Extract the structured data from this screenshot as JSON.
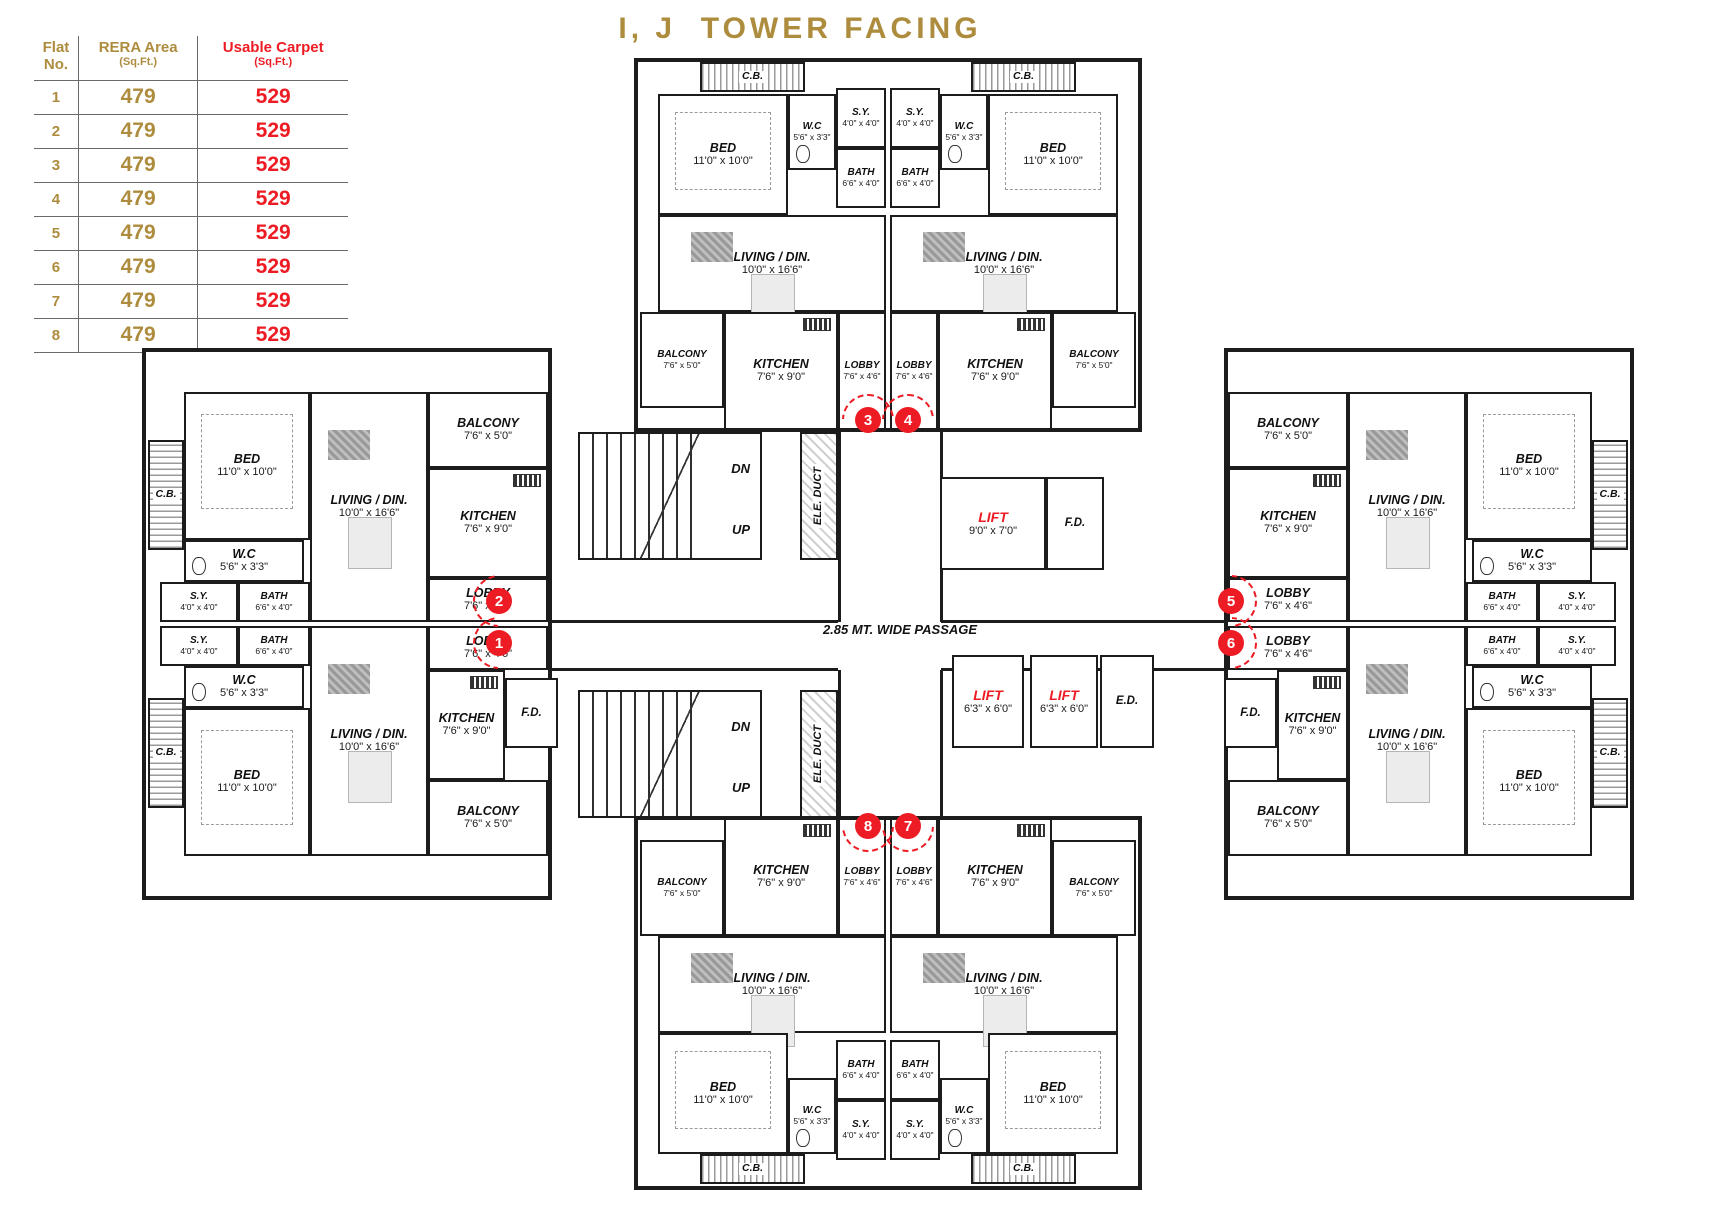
{
  "title": "I, J  TOWER FACING",
  "colors": {
    "gold": "#AE8C3E",
    "red": "#ED1C24",
    "wall": "#1c1c1c"
  },
  "table": {
    "headers": {
      "flat": {
        "line1": "Flat",
        "line2": "No."
      },
      "rera": {
        "line1": "RERA Area",
        "line2": "(Sq.Ft.)"
      },
      "carpet": {
        "line1": "Usable Carpet",
        "line2": "(Sq.Ft.)"
      }
    },
    "rows": [
      {
        "flat": "1",
        "rera": "479",
        "carpet": "529"
      },
      {
        "flat": "2",
        "rera": "479",
        "carpet": "529"
      },
      {
        "flat": "3",
        "rera": "479",
        "carpet": "529"
      },
      {
        "flat": "4",
        "rera": "479",
        "carpet": "529"
      },
      {
        "flat": "5",
        "rera": "479",
        "carpet": "529"
      },
      {
        "flat": "6",
        "rera": "479",
        "carpet": "529"
      },
      {
        "flat": "7",
        "rera": "479",
        "carpet": "529"
      },
      {
        "flat": "8",
        "rera": "479",
        "carpet": "529"
      }
    ]
  },
  "rooms": {
    "bed": {
      "name": "BED",
      "dim": "11'0\" x 10'0\""
    },
    "living": {
      "name": "LIVING / DIN.",
      "dim": "10'0\" x 16'6\""
    },
    "kitchen": {
      "name": "KITCHEN",
      "dim": "7'6\" x 9'0\""
    },
    "balcony": {
      "name": "BALCONY",
      "dim": "7'6\" x 5'0\""
    },
    "lobby": {
      "name": "LOBBY",
      "dim": "7'6\" x 4'6\""
    },
    "bath": {
      "name": "BATH",
      "dim": "6'6\" x 4'0\""
    },
    "wc": {
      "name": "W.C",
      "dim": "5'6\" x 3'3\""
    },
    "sy": {
      "name": "S.Y.",
      "dim": "4'0\" x 4'0\""
    },
    "cb": {
      "name": "C.B."
    },
    "lift_main": {
      "name": "LIFT",
      "dim": "9'0\" x 7'0\""
    },
    "lift": {
      "name": "LIFT",
      "dim": "6'3\" x 6'0\""
    },
    "fd": {
      "name": "F.D."
    },
    "ed": {
      "name": "E.D."
    },
    "ele_duct": {
      "name": "ELE. DUCT"
    }
  },
  "core": {
    "dn": "DN",
    "up": "UP",
    "passage": "2.85 MT. WIDE PASSAGE"
  },
  "markers": [
    "1",
    "2",
    "3",
    "4",
    "5",
    "6",
    "7",
    "8"
  ]
}
